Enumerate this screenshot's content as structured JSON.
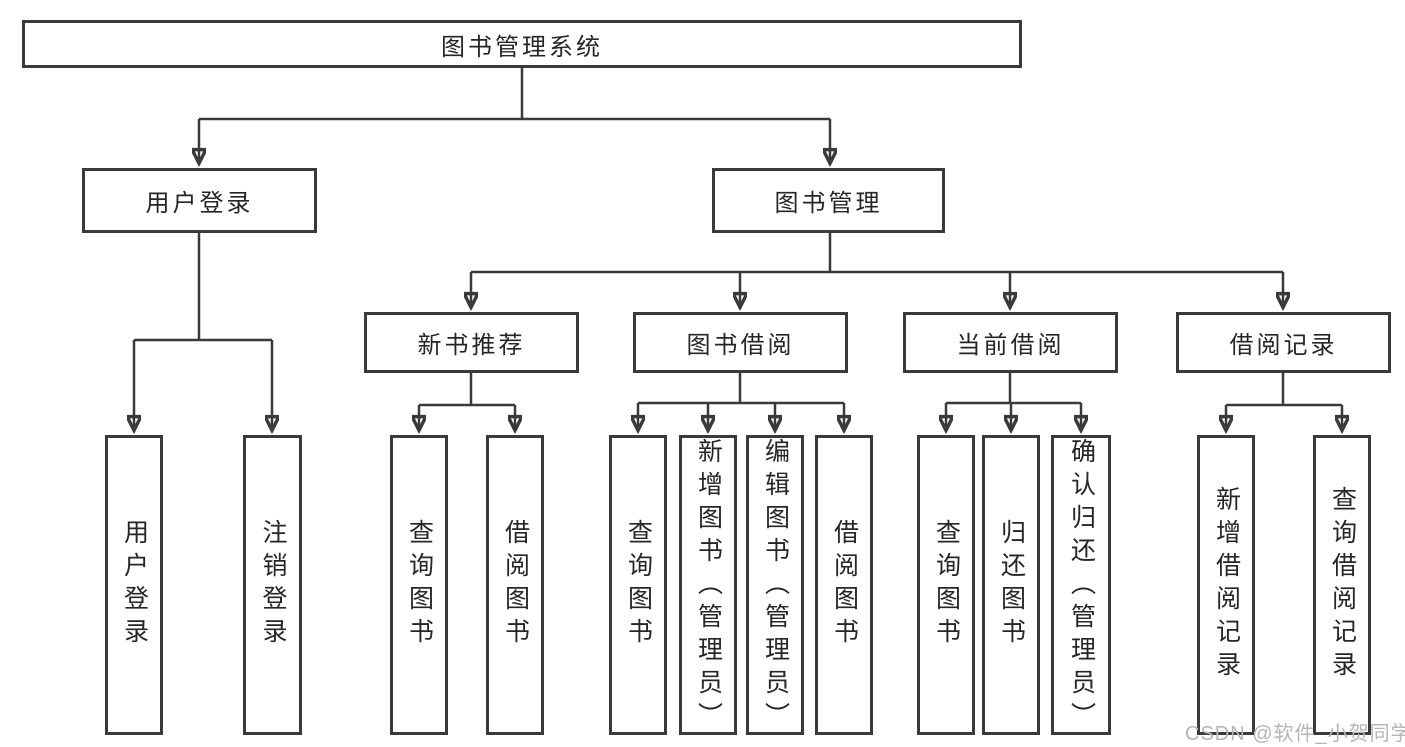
{
  "diagram_title": "图书管理系统",
  "tree": {
    "root": {
      "label": "图书管理系统"
    },
    "branches": [
      {
        "label": "用户登录",
        "children": [
          {
            "label": "用户登录"
          },
          {
            "label": "注销登录"
          }
        ]
      },
      {
        "label": "图书管理",
        "children": [
          {
            "label": "新书推荐",
            "children": [
              {
                "label": "查询图书"
              },
              {
                "label": "借阅图书"
              }
            ]
          },
          {
            "label": "图书借阅",
            "children": [
              {
                "label": "查询图书"
              },
              {
                "label": "新增图书（管理员）"
              },
              {
                "label": "编辑图书（管理员）"
              },
              {
                "label": "借阅图书"
              }
            ]
          },
          {
            "label": "当前借阅",
            "children": [
              {
                "label": "查询图书"
              },
              {
                "label": "归还图书"
              },
              {
                "label": "确认归还（管理员）"
              }
            ]
          },
          {
            "label": "借阅记录",
            "children": [
              {
                "label": "新增借阅记录"
              },
              {
                "label": "查询借阅记录"
              }
            ]
          }
        ]
      }
    ]
  },
  "watermark": "CSDN @软件_小贺同学",
  "colors": {
    "line": "#3a3a3a",
    "box_border": "#3a3a3a",
    "text": "#262626",
    "watermark": "#b5b5b5",
    "background": "#ffffff"
  }
}
